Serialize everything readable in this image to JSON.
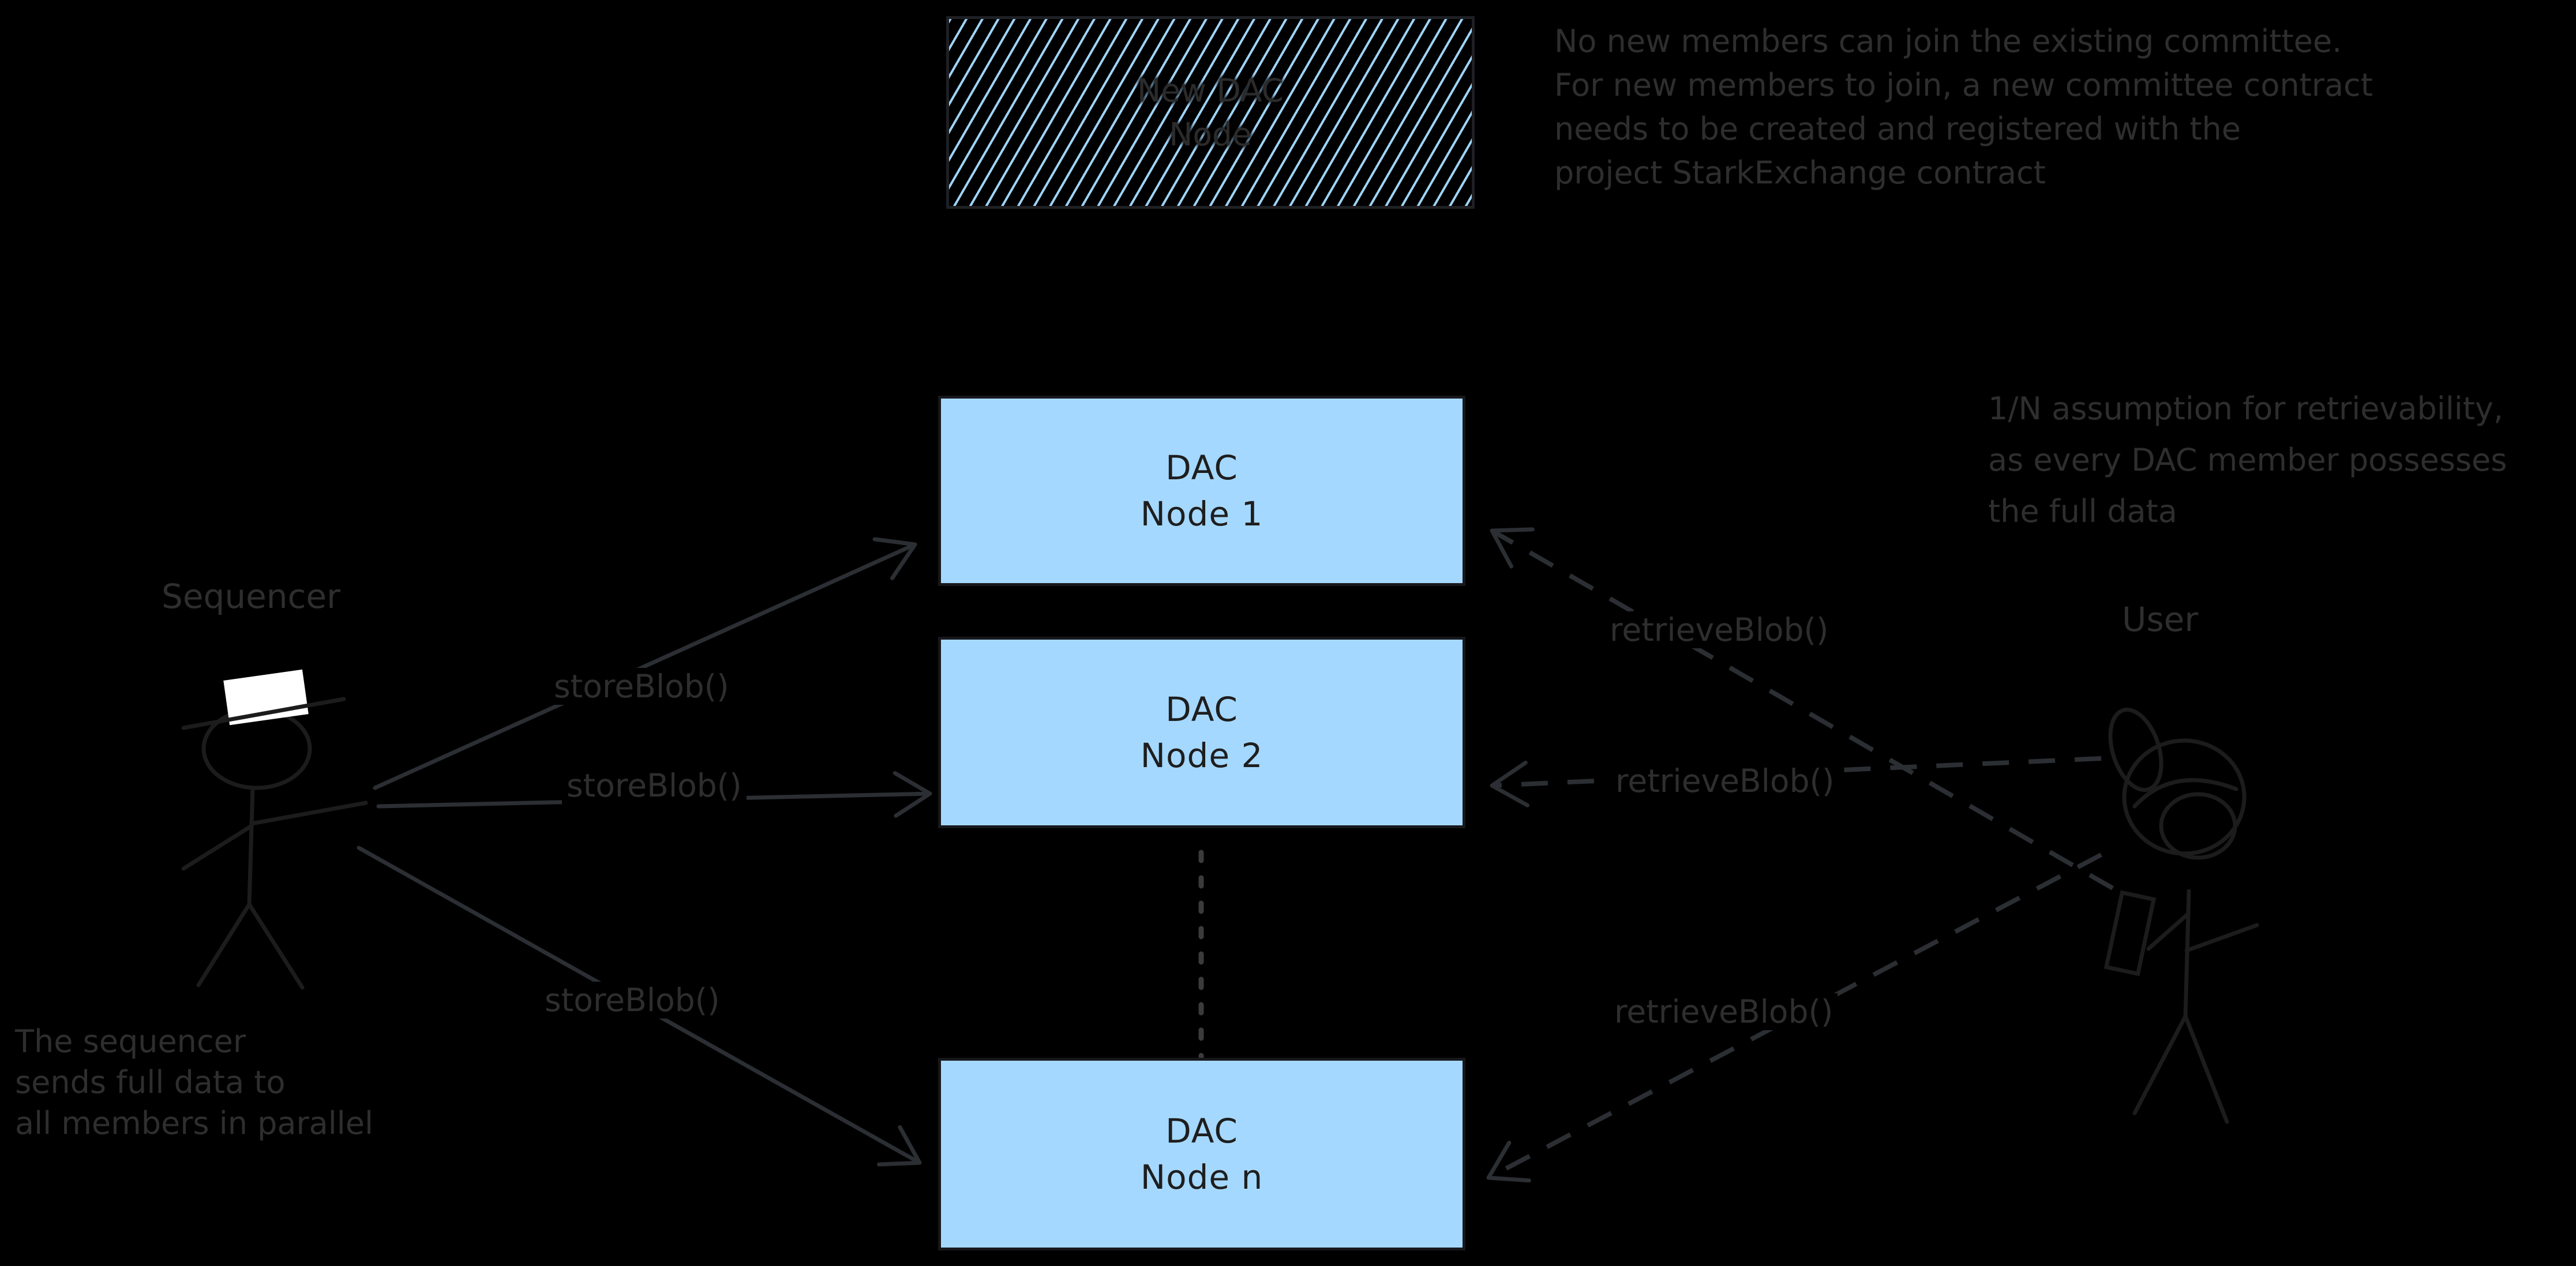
{
  "diagram": {
    "colors": {
      "background": "#000000",
      "node_fill": "#a5d8ff",
      "node_border": "#17181c",
      "node_text": "#1e1e1e",
      "annotation_text": "#2e2e2e",
      "arrow_stroke": "#2b2e32",
      "sequencer_hat_fill": "#ffffff"
    },
    "new_dac_node": {
      "line1": "New DAC",
      "line2": "Node"
    },
    "nodes": [
      {
        "line1": "DAC",
        "line2": "Node 1"
      },
      {
        "line1": "DAC",
        "line2": "Node 2"
      },
      {
        "line1": "DAC",
        "line2": "Node n"
      }
    ],
    "sequencer": {
      "label": "Sequencer"
    },
    "user": {
      "label": "User"
    },
    "calls": {
      "store": [
        "storeBlob()",
        "storeBlob()",
        "storeBlob()"
      ],
      "retrieve": [
        "retrieveBlob()",
        "retrieveBlob()",
        "retrieveBlob()"
      ]
    },
    "notes": {
      "committee": [
        "No new members can join the existing committee.",
        "For new members to join, a new committee contract",
        "needs to be created and registered with the",
        "project StarkExchange contract"
      ],
      "retrievability": [
        "1/N assumption for retrievability,",
        "as every DAC member possesses",
        "the full data"
      ],
      "sequencer": [
        "The sequencer",
        "sends full data to",
        "all members in parallel"
      ]
    }
  }
}
